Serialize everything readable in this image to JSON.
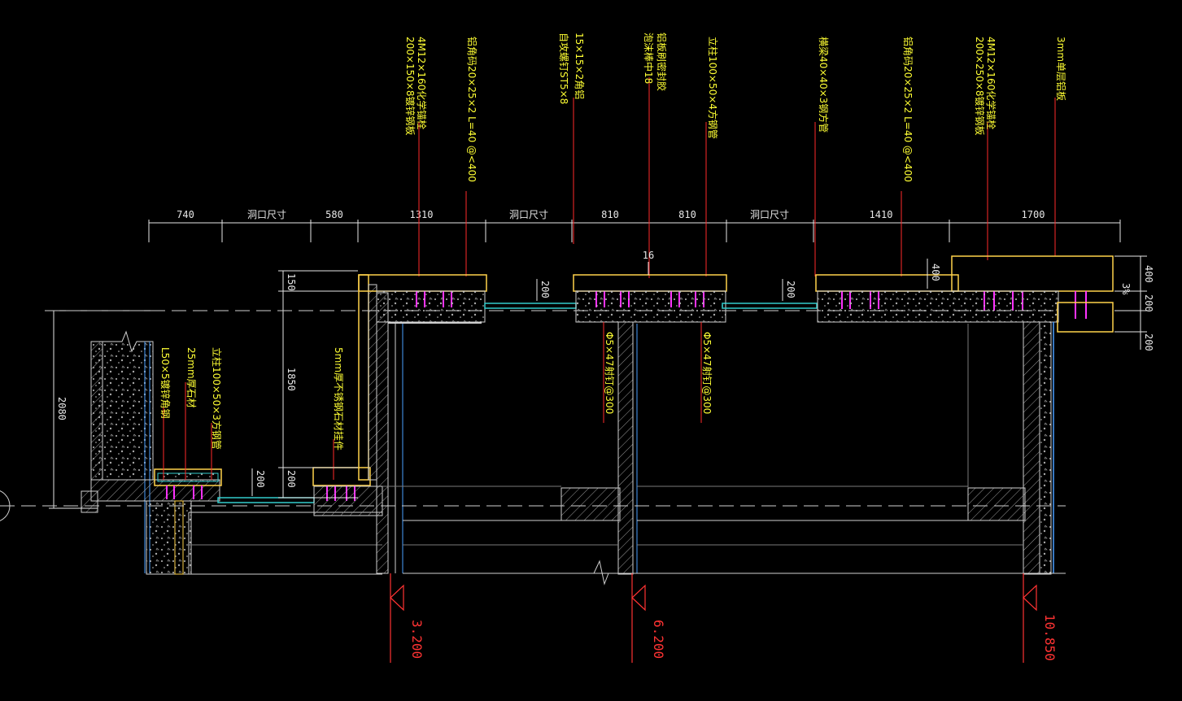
{
  "top_dimensions": [
    {
      "label": "740"
    },
    {
      "label": "洞口尺寸"
    },
    {
      "label": "580"
    },
    {
      "label": "1310"
    },
    {
      "label": "洞口尺寸"
    },
    {
      "label": "810"
    },
    {
      "label": "810"
    },
    {
      "label": "洞口尺寸"
    },
    {
      "label": "1410"
    },
    {
      "label": "1700"
    }
  ],
  "top_notes": [
    {
      "line1": "200×150×8镀锌钢板",
      "line2": "4M12×160化学锚栓"
    },
    {
      "line1": "铝角码20×25×2 L=40 @<400",
      "line2": ""
    },
    {
      "line1": "15×15×2角铝",
      "line2": "自攻螺钉ST5×8"
    },
    {
      "line1": "铝板刷密封胶",
      "line2": "泡沫棒中18"
    },
    {
      "line1": "立柱100×50×4方钢管",
      "line2": ""
    },
    {
      "line1": "横梁40×40×3钢方管",
      "line2": ""
    },
    {
      "line1": "铝角码20×25×2 L=40 @<400",
      "line2": ""
    },
    {
      "line1": "200×250×8镀锌钢板",
      "line2": "4M12×160化学锚栓"
    },
    {
      "line1": "3mm单层铝板",
      "line2": ""
    }
  ],
  "left_notes": [
    {
      "text": "L50×5镀锌角钢"
    },
    {
      "text": "25mm厚石材"
    },
    {
      "text": "立柱100×50×3方钢管"
    },
    {
      "text": "5mm厚不锈钢石材挂件"
    }
  ],
  "anchor_notes": [
    {
      "text": "Φ5×47射钉@300"
    },
    {
      "text": "Φ5×47射钉@300"
    }
  ],
  "vertical_dims": {
    "left_total": "2080",
    "mid_top": "150",
    "mid_main": "1850",
    "mid_bottom": "200",
    "window_left": "200",
    "window_mid": "200",
    "window_right": "200",
    "right_400": "400",
    "right_200a": "200",
    "right_200b": "200",
    "small_16": "16",
    "inner_400": "400",
    "slope": "3%"
  },
  "elevations": [
    {
      "value": "3.200"
    },
    {
      "value": "6.200"
    },
    {
      "value": "10.850"
    }
  ],
  "colors": {
    "background": "#000000",
    "concrete": "#cfcfcf",
    "structure_blue": "#4aa0ff",
    "dimension": "#e6e6e6",
    "annotation": "#ffff33",
    "leader": "#ff2a2a",
    "steel_magenta": "#ff33ff",
    "glass_cyan": "#33cccc",
    "panel_yellow": "#ffd24a"
  }
}
